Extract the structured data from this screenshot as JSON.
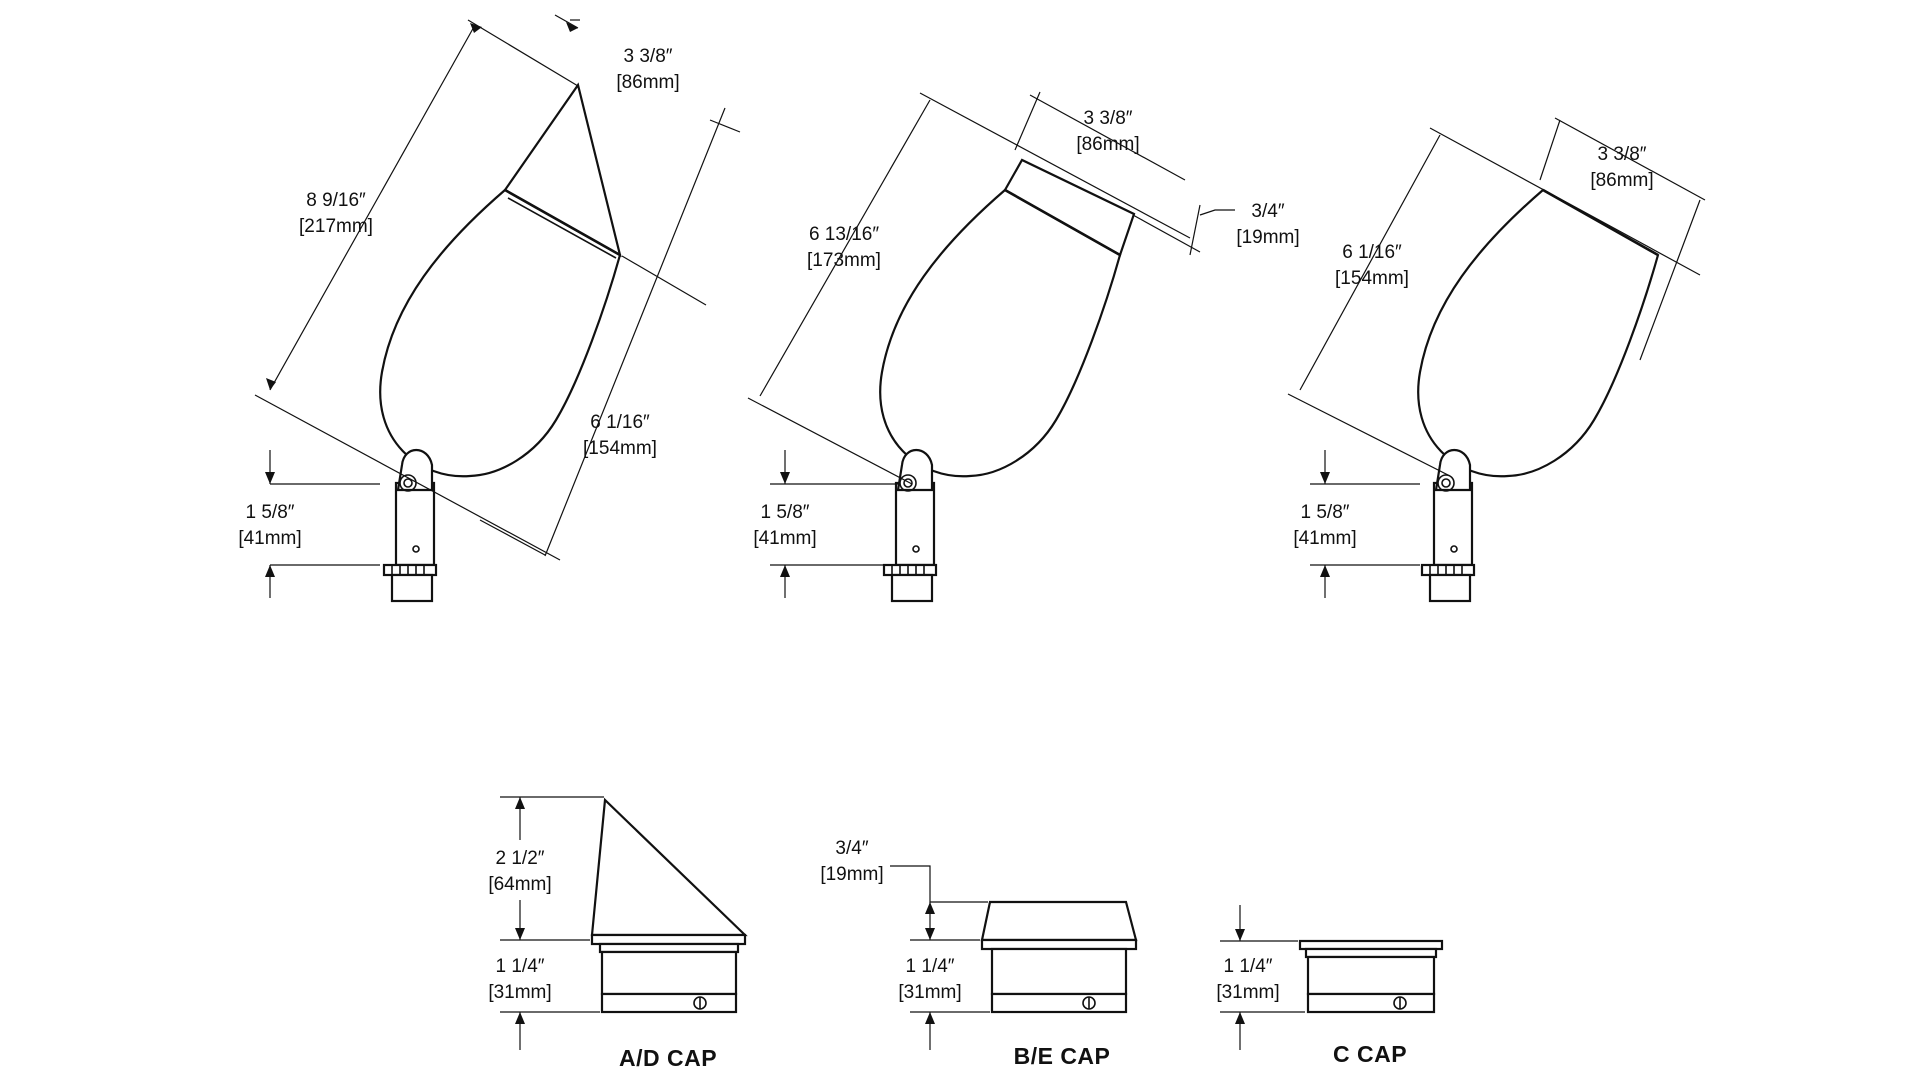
{
  "top_row": {
    "fixture_a": {
      "overall_height_in": "8 9/16″",
      "overall_height_mm": "[217mm]",
      "width_in": "3 3/8″",
      "width_mm": "[86mm]",
      "body_length_in": "6 1/16″",
      "body_length_mm": "[154mm]",
      "knuckle_in": "1 5/8″",
      "knuckle_mm": "[41mm]"
    },
    "fixture_b": {
      "overall_height_in": "6 13/16″",
      "overall_height_mm": "[173mm]",
      "width_in": "3 3/8″",
      "width_mm": "[86mm]",
      "cap_height_in": "3/4″",
      "cap_height_mm": "[19mm]",
      "knuckle_in": "1 5/8″",
      "knuckle_mm": "[41mm]"
    },
    "fixture_c": {
      "overall_height_in": "6 1/16″",
      "overall_height_mm": "[154mm]",
      "width_in": "3 3/8″",
      "width_mm": "[86mm]",
      "knuckle_in": "1 5/8″",
      "knuckle_mm": "[41mm]"
    }
  },
  "bottom_row": {
    "ad_cap": {
      "label": "A/D CAP",
      "cap_height_in": "2 1/2″",
      "cap_height_mm": "[64mm]",
      "base_height_in": "1 1/4″",
      "base_height_mm": "[31mm]"
    },
    "be_cap": {
      "label": "B/E CAP",
      "cap_height_in": "3/4″",
      "cap_height_mm": "[19mm]",
      "base_height_in": "1 1/4″",
      "base_height_mm": "[31mm]"
    },
    "c_cap": {
      "label": "C CAP",
      "base_height_in": "1 1/4″",
      "base_height_mm": "[31mm]"
    }
  },
  "colors": {
    "line": "#111111",
    "background": "#ffffff"
  }
}
